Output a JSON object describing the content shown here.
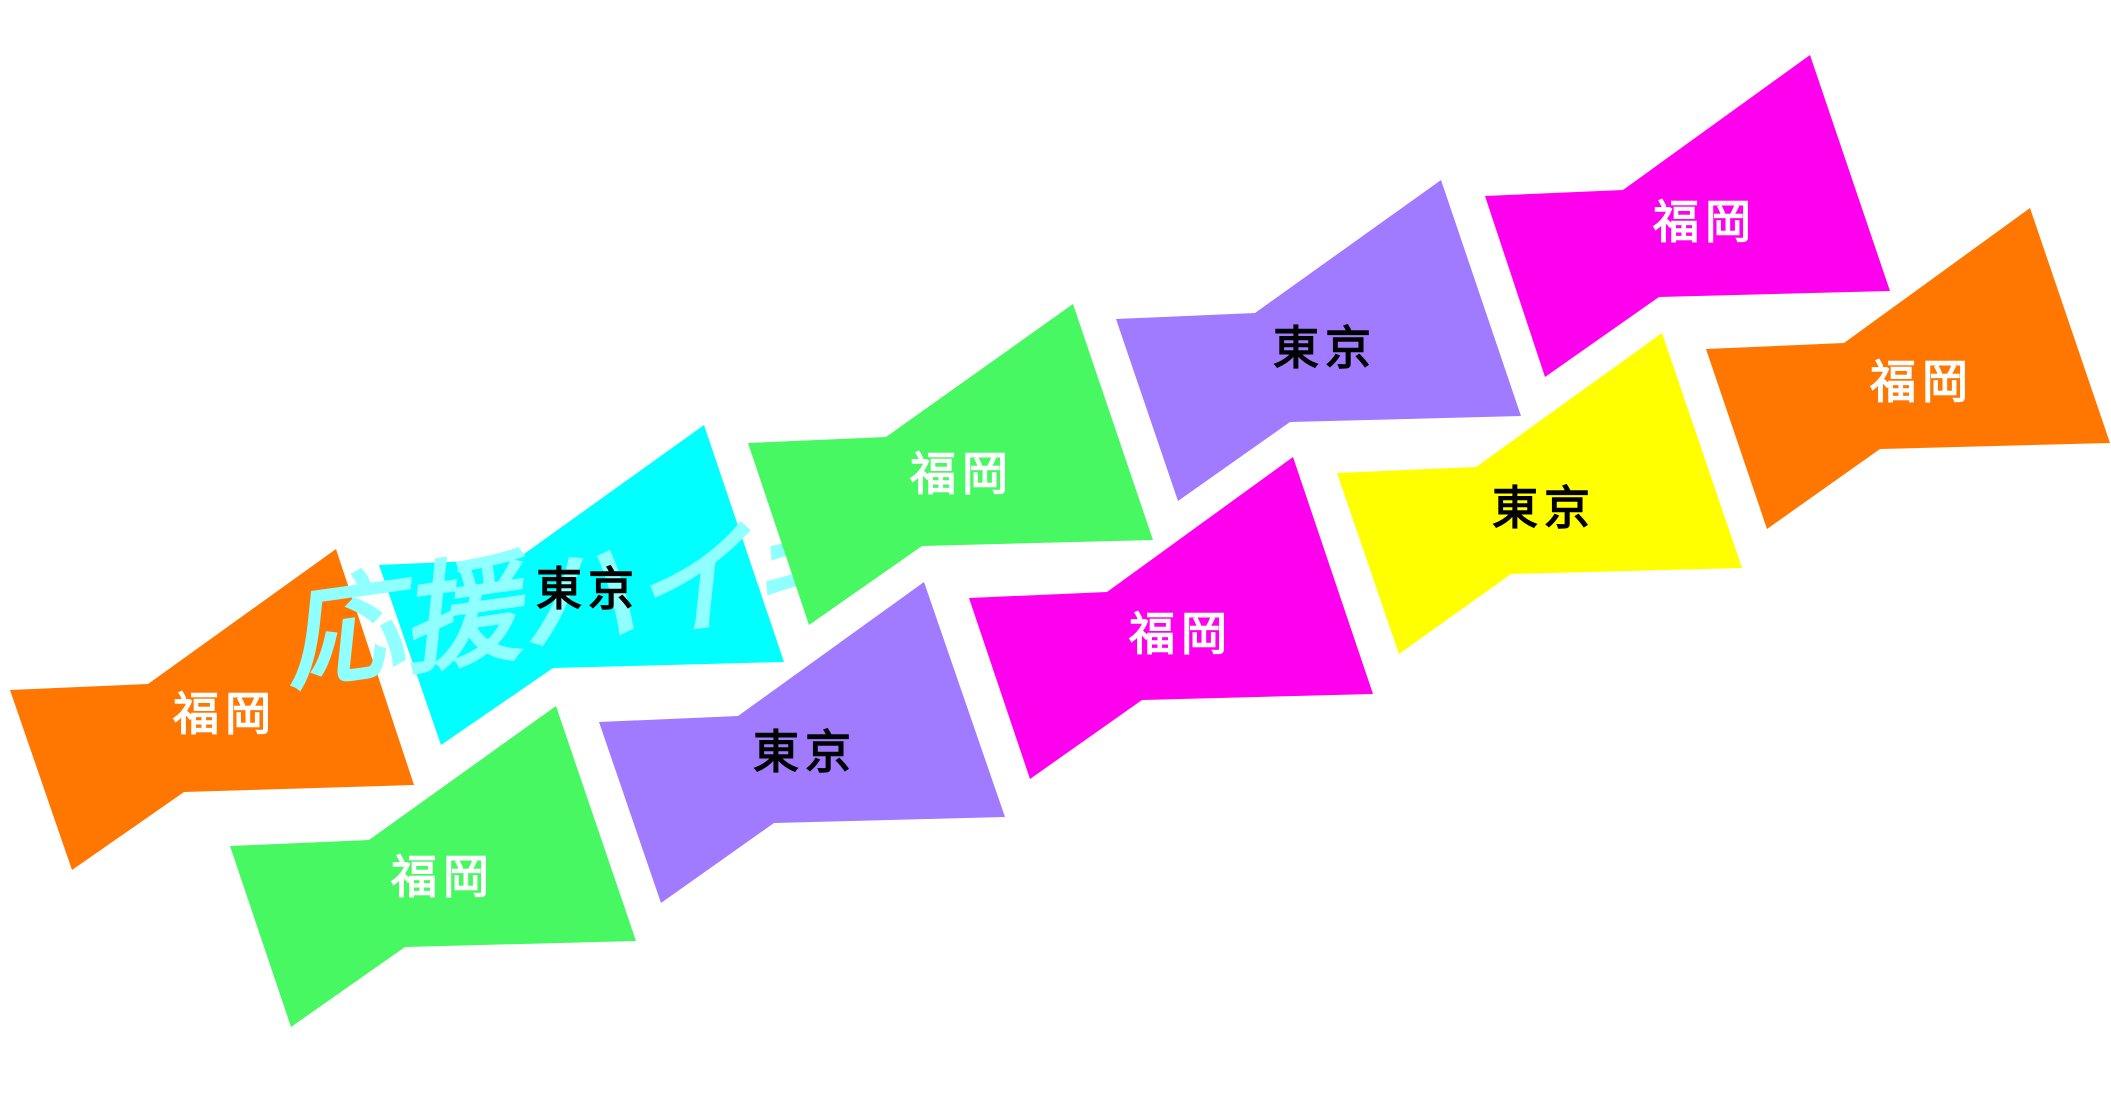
{
  "tiles": [
    {
      "id": "t1",
      "label": "福岡",
      "fill": "#FF7700",
      "text_color": "#FFFFFF"
    },
    {
      "id": "t2",
      "label": "東京",
      "fill": "#00FFFF",
      "text_color": "#000000"
    },
    {
      "id": "t3",
      "label": "福岡",
      "fill": "#48F862",
      "text_color": "#FFFFFF"
    },
    {
      "id": "t4",
      "label": "東京",
      "fill": "#A07AFF",
      "text_color": "#000000"
    },
    {
      "id": "t5",
      "label": "福岡",
      "fill": "#FF00EE",
      "text_color": "#FFFFFF"
    },
    {
      "id": "t6",
      "label": "福岡",
      "fill": "#48F862",
      "text_color": "#FFFFFF"
    },
    {
      "id": "t7",
      "label": "東京",
      "fill": "#A07AFF",
      "text_color": "#000000"
    },
    {
      "id": "t8",
      "label": "福岡",
      "fill": "#FF00EE",
      "text_color": "#FFFFFF"
    },
    {
      "id": "t9",
      "label": "東京",
      "fill": "#FFFF00",
      "text_color": "#000000"
    },
    {
      "id": "t10",
      "label": "福岡",
      "fill": "#FF7700",
      "text_color": "#FFFFFF"
    }
  ],
  "watermark": {
    "text": "応援ハイギ",
    "color": "#8FFFFF"
  }
}
